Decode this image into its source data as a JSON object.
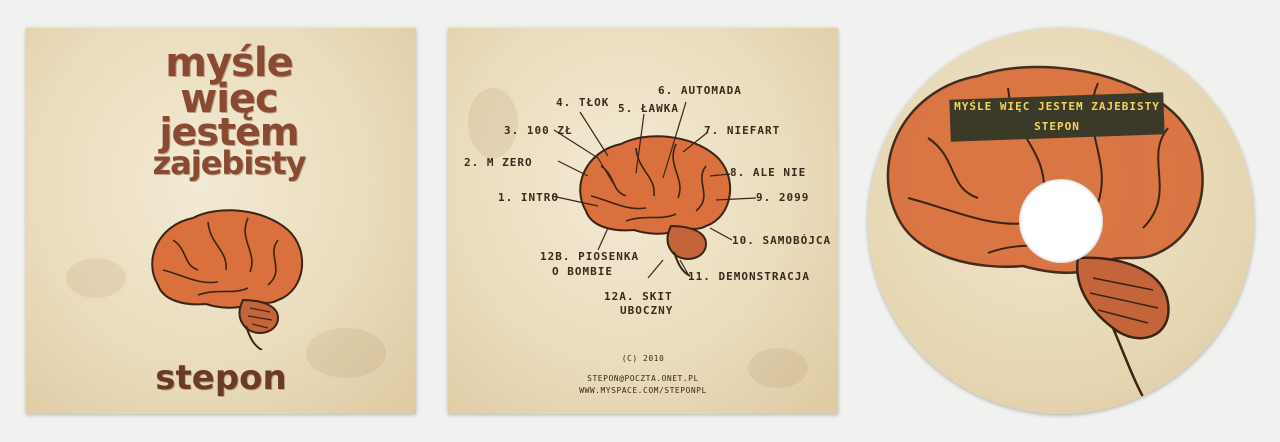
{
  "front": {
    "title_lines": [
      "myśle",
      "więc",
      "jestem",
      "zajebisty"
    ],
    "artist": "stepon"
  },
  "back": {
    "tracks": {
      "t1": "1. INTRO",
      "t2": "2. M ZERO",
      "t3": "3. 100 ZŁ",
      "t4": "4. TŁOK",
      "t5": "5. ŁAWKA",
      "t6": "6. AUTOMADA",
      "t7": "7. NIEFART",
      "t8": "8. ALE NIE",
      "t9": "9. 2099",
      "t10": "10. SAMOBÓJCA",
      "t11": "11. DEMONSTRACJA",
      "t12a_1": "12A. SKIT",
      "t12a_2": "UBOCZNY",
      "t12b_1": "12B. PIOSENKA",
      "t12b_2": "O BOMBIE"
    },
    "credits": {
      "copyright": "(C) 2010",
      "email": "STEPON@POCZTA.ONET.PL",
      "url": "WWW.MYSPACE.COM/STEPONPL"
    }
  },
  "disc": {
    "title": "MYŚLE WIĘC JESTEM ZAJEBISTY",
    "artist": "STEPON"
  },
  "colors": {
    "brain": "#d9703e",
    "brain_outline": "#3b2414",
    "title": "#8a4a32",
    "paper": "#eadcbc",
    "band": "#3b3a28",
    "band_text": "#f2d45e"
  }
}
